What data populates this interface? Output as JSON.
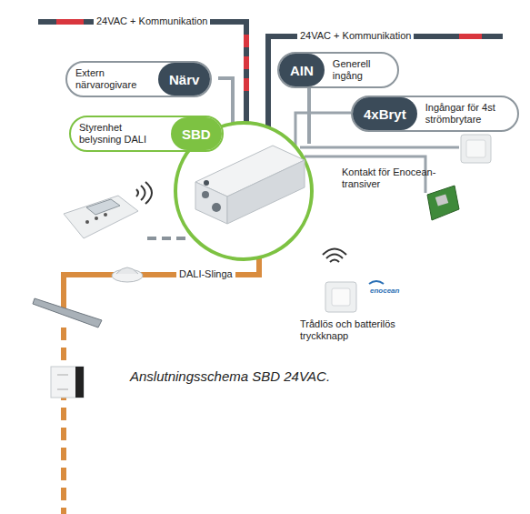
{
  "diagram": {
    "caption": "Anslutningsschema SBD 24VAC.",
    "nodes": [
      {
        "text": [
          "AIN",
          "Generell ingång"
        ]
      },
      {
        "text": [
          "Extern närvarogivare",
          "Närv"
        ]
      },
      {
        "text": [
          "4xBryt",
          "Ingångar för 4st strömbrytare"
        ]
      },
      {
        "text": [
          "Styrenhet belysning DALI",
          "SBD"
        ]
      }
    ],
    "labels": [
      "24VAC + Kommunikation",
      "24VAC + Kommunikation",
      "Kontakt för Enocean-transiver",
      "DALI-Slinga",
      "enocean",
      "Trådlös och batterilös tryckknapp"
    ]
  }
}
